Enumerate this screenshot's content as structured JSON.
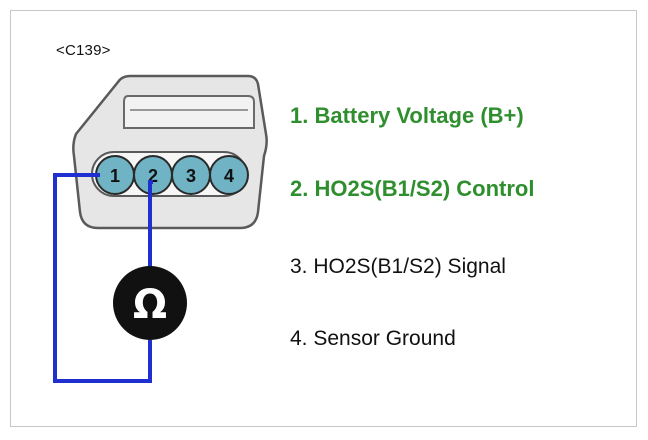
{
  "connector": {
    "id_label": "<C139>",
    "pins": [
      {
        "number": "1",
        "label": "1. Battery Voltage (B+)",
        "highlighted": true
      },
      {
        "number": "2",
        "label": "2. HO2S(B1/S2) Control",
        "highlighted": true
      },
      {
        "number": "3",
        "label": "3. HO2S(B1/S2) Signal",
        "highlighted": false
      },
      {
        "number": "4",
        "label": "4. Sensor Ground",
        "highlighted": false
      }
    ]
  },
  "meter": {
    "symbol": "Ω",
    "icon": "ohmmeter-icon"
  },
  "colors": {
    "highlight_text": "#2f8f2f",
    "wire": "#1f2fd0",
    "pin_fill": "#6fb3c4",
    "connector_fill": "#e8e8e8",
    "connector_stroke": "#5a5a5a",
    "meter_fill": "#111111"
  }
}
